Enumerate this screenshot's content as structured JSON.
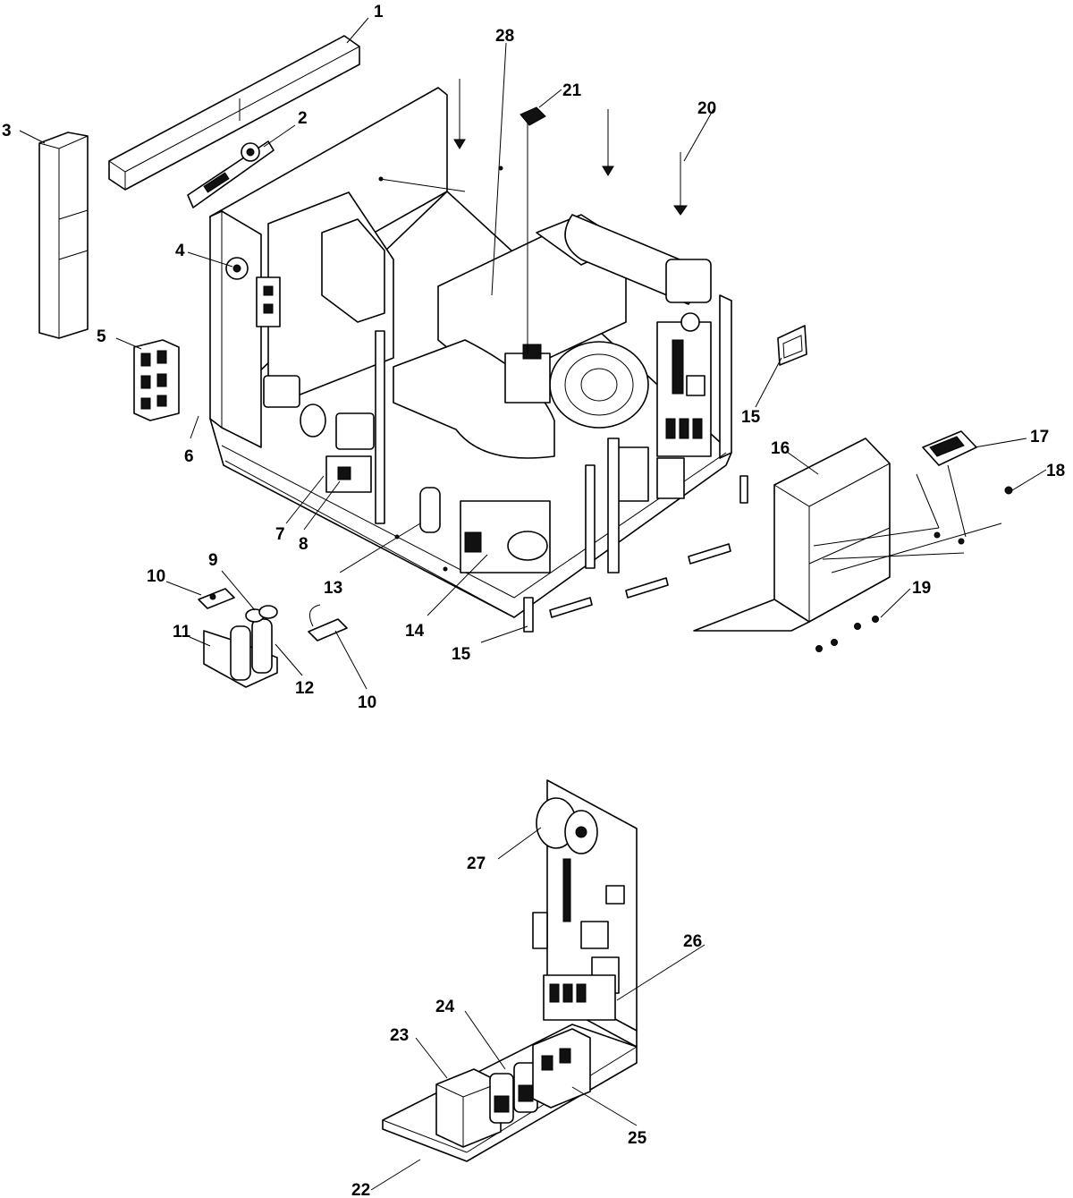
{
  "callouts": {
    "c1": "1",
    "c2": "2",
    "c3": "3",
    "c4": "4",
    "c5": "5",
    "c6": "6",
    "c7": "7",
    "c8": "8",
    "c9": "9",
    "c10a": "10",
    "c10b": "10",
    "c11": "11",
    "c12": "12",
    "c13": "13",
    "c14": "14",
    "c15a": "15",
    "c15b": "15",
    "c16": "16",
    "c17": "17",
    "c18": "18",
    "c19": "19",
    "c20": "20",
    "c21": "21",
    "c22": "22",
    "c23": "23",
    "c24": "24",
    "c25": "25",
    "c26": "26",
    "c27": "27",
    "c28": "28"
  }
}
